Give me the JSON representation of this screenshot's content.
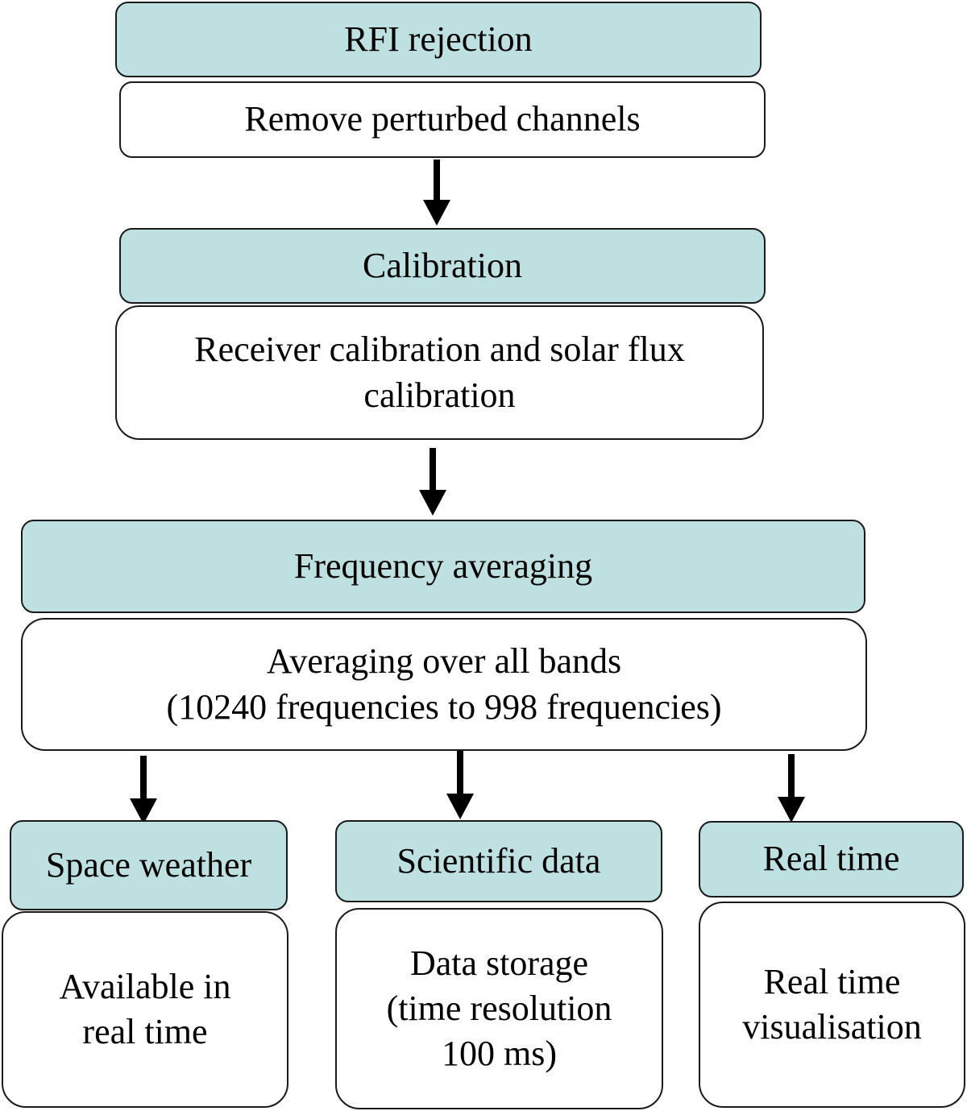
{
  "stages": {
    "rfi": {
      "title": "RFI rejection",
      "desc": "Remove perturbed channels"
    },
    "calibration": {
      "title": "Calibration",
      "desc_lines": [
        "Receiver calibration and solar flux",
        "calibration"
      ]
    },
    "averaging": {
      "title": "Frequency averaging",
      "desc_lines": [
        "Averaging over all bands",
        "(10240 frequencies to 998 frequencies)"
      ]
    }
  },
  "outputs": {
    "space_weather": {
      "title": "Space weather",
      "desc_lines": [
        "Available in",
        "real time"
      ]
    },
    "scientific_data": {
      "title": "Scientific data",
      "desc_lines": [
        "Data storage",
        "(time resolution",
        "100 ms)"
      ]
    },
    "real_time": {
      "title": "Real time",
      "desc_lines": [
        "Real time",
        "visualisation"
      ]
    }
  },
  "colors": {
    "header_fill": "#bfe0e0",
    "border": "#1a1a1a",
    "arrow": "#000000"
  }
}
